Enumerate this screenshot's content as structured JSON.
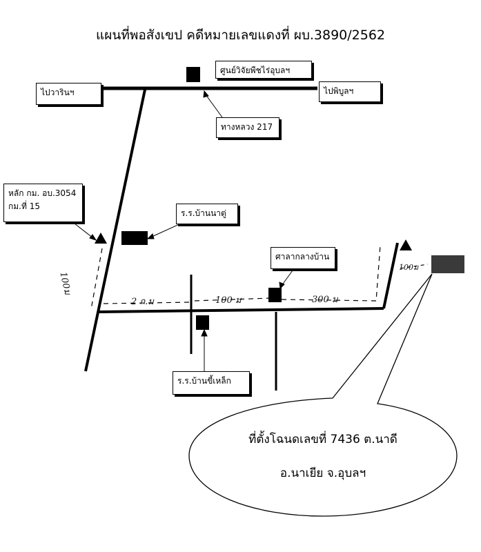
{
  "title": "แผนที่พอสังเขป คดีหมายเลขแดงที่ ผบ.3890/2562",
  "labels": {
    "research_center": "ศูนย์วิจัยพืชไร่อุบลฯ",
    "to_warin": "ไปวารินฯ",
    "to_phibun": "ไปพิบูลฯ",
    "highway": "ทางหลวง 217",
    "survey_marker_line1": "หลัก กม. อบ.3054",
    "survey_marker_line2": "กม.ที่ 15",
    "school_ban_na_tu": "ร.ร.บ้านนาตู่",
    "village_pavilion": "ศาลากลางบ้าน",
    "school_ban_khi_lek": "ร.ร.บ้านขี้เหล็ก"
  },
  "distances": {
    "left_vertical": "100ม",
    "segment_1": "2 ก.ม",
    "segment_2": "100 ม",
    "segment_3": "300 ม",
    "segment_4": "100ม"
  },
  "callout": {
    "line1": "ที่ตั้งโฉนดเลขที่ 7436 ต.นาดี",
    "line2": "อ.นาเยีย  จ.อุบลฯ"
  },
  "colors": {
    "ink": "#000000",
    "parcel": "#3a3a3a"
  }
}
